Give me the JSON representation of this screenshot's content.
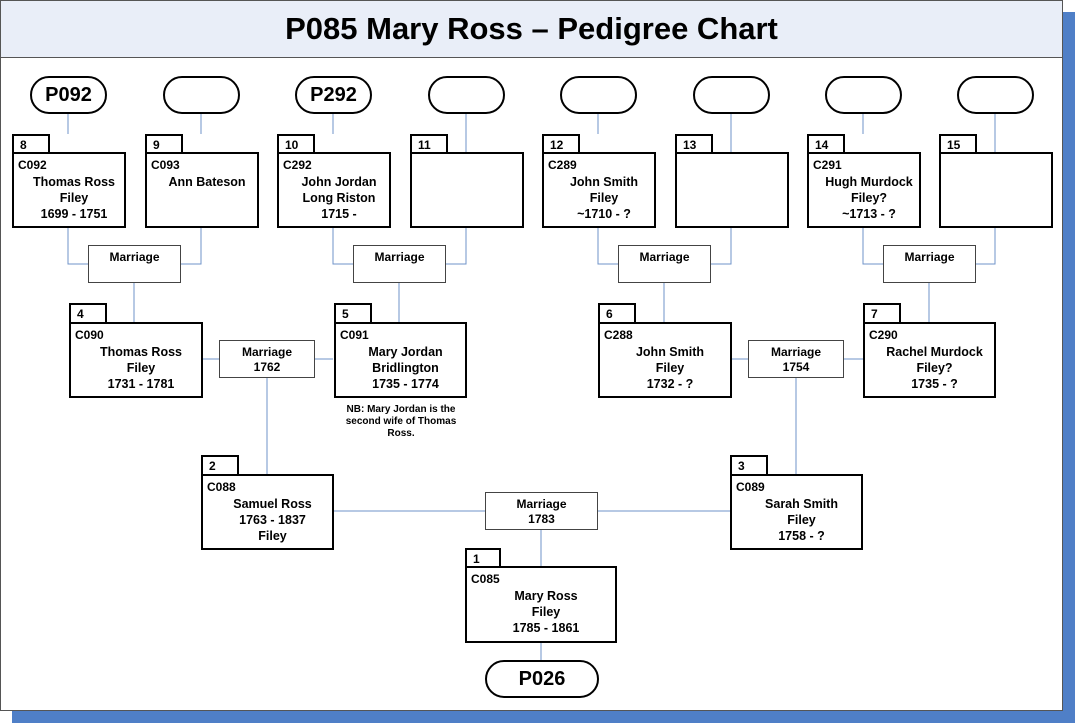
{
  "title": "P085 Mary Ross – Pedigree Chart",
  "pills": {
    "p8": "P092",
    "p9": "",
    "p10": "P292",
    "p11": "",
    "p12": "",
    "p13": "",
    "p14": "",
    "p15": "",
    "p1": "P026"
  },
  "persons": {
    "n1": {
      "num": "1",
      "code": "C085",
      "name": "Mary Ross",
      "place": "Filey",
      "dates": "1785 - 1861"
    },
    "n2": {
      "num": "2",
      "code": "C088",
      "name": "Samuel Ross",
      "dates": "1763 - 1837",
      "place": "Filey"
    },
    "n3": {
      "num": "3",
      "code": "C089",
      "name": "Sarah Smith",
      "place": "Filey",
      "dates": "1758 - ?"
    },
    "n4": {
      "num": "4",
      "code": "C090",
      "name": "Thomas Ross",
      "place": "Filey",
      "dates": "1731 - 1781"
    },
    "n5": {
      "num": "5",
      "code": "C091",
      "name": "Mary Jordan",
      "place": "Bridlington",
      "dates": "1735 - 1774"
    },
    "n6": {
      "num": "6",
      "code": "C288",
      "name": "John Smith",
      "place": "Filey",
      "dates": "1732 - ?"
    },
    "n7": {
      "num": "7",
      "code": "C290",
      "name": "Rachel Murdock",
      "place": "Filey?",
      "dates": "1735 - ?"
    },
    "n8": {
      "num": "8",
      "code": "C092",
      "name": "Thomas Ross",
      "place": "Filey",
      "dates": "1699 - 1751"
    },
    "n9": {
      "num": "9",
      "code": "C093",
      "name": "Ann Bateson",
      "place": "",
      "dates": ""
    },
    "n10": {
      "num": "10",
      "code": "C292",
      "name": "John Jordan",
      "place": "Long Riston",
      "dates": "1715 -"
    },
    "n11": {
      "num": "11",
      "code": "",
      "name": "",
      "place": "",
      "dates": ""
    },
    "n12": {
      "num": "12",
      "code": "C289",
      "name": "John Smith",
      "place": "Filey",
      "dates": "~1710 - ?"
    },
    "n13": {
      "num": "13",
      "code": "",
      "name": "",
      "place": "",
      "dates": ""
    },
    "n14": {
      "num": "14",
      "code": "C291",
      "name": "Hugh Murdock",
      "place": "Filey?",
      "dates": "~1713 - ?"
    },
    "n15": {
      "num": "15",
      "code": "",
      "name": "",
      "place": "",
      "dates": ""
    }
  },
  "marriages": {
    "m8_9": {
      "label": "Marriage",
      "year": ""
    },
    "m10_11": {
      "label": "Marriage",
      "year": ""
    },
    "m12_13": {
      "label": "Marriage",
      "year": ""
    },
    "m14_15": {
      "label": "Marriage",
      "year": ""
    },
    "m4_5": {
      "label": "Marriage",
      "year": "1762"
    },
    "m6_7": {
      "label": "Marriage",
      "year": "1754"
    },
    "m2_3": {
      "label": "Marriage",
      "year": "1783"
    }
  },
  "note": "NB: Mary Jordan is the second wife of Thomas Ross.",
  "colors": {
    "connector": "#6f93c9",
    "shadow": "#4f7fc7",
    "title_bg": "#e9eef8"
  }
}
